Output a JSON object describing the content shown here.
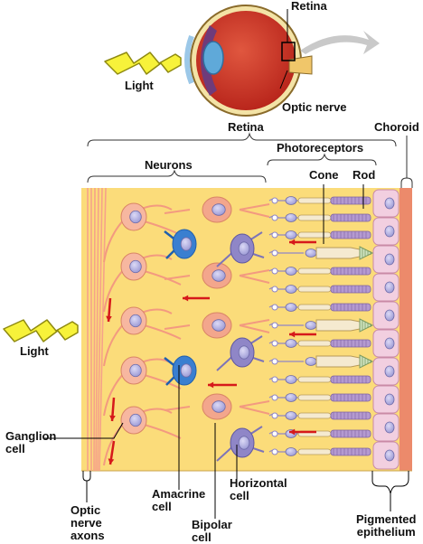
{
  "eye": {
    "retina_label": "Retina",
    "light_label": "Light",
    "optic_nerve_label": "Optic nerve"
  },
  "section": {
    "retina_label": "Retina",
    "choroid_label": "Choroid",
    "photoreceptors_label": "Photoreceptors",
    "neurons_label": "Neurons",
    "cone_label": "Cone",
    "rod_label": "Rod",
    "light_label": "Light",
    "ganglion_label_1": "Ganglion",
    "ganglion_label_2": "cell",
    "amacrine_label_1": "Amacrine",
    "amacrine_label_2": "cell",
    "horizontal_label_1": "Horizontal",
    "horizontal_label_2": "cell",
    "bipolar_label_1": "Bipolar",
    "bipolar_label_2": "cell",
    "optic_axons_label_1": "Optic",
    "optic_axons_label_2": "nerve",
    "optic_axons_label_3": "axons",
    "pigmented_label_1": "Pigmented",
    "pigmented_label_2": "epithelium"
  },
  "colors": {
    "retina_bg": "#fbdc7a",
    "ganglion": "#f7b7a0",
    "cell_nucleus": "#b9b8e6",
    "amacrine": "#3a7fd0",
    "horizontal": "#8f86c7",
    "bipolar": "#f3a68c",
    "rod": "#b49ad0",
    "cone": "#f5ead0",
    "pigmented": "#f2cfe0",
    "choroid": "#ec8a6b",
    "arrow_red": "#d6191b",
    "light_yellow": "#f7f23a"
  }
}
